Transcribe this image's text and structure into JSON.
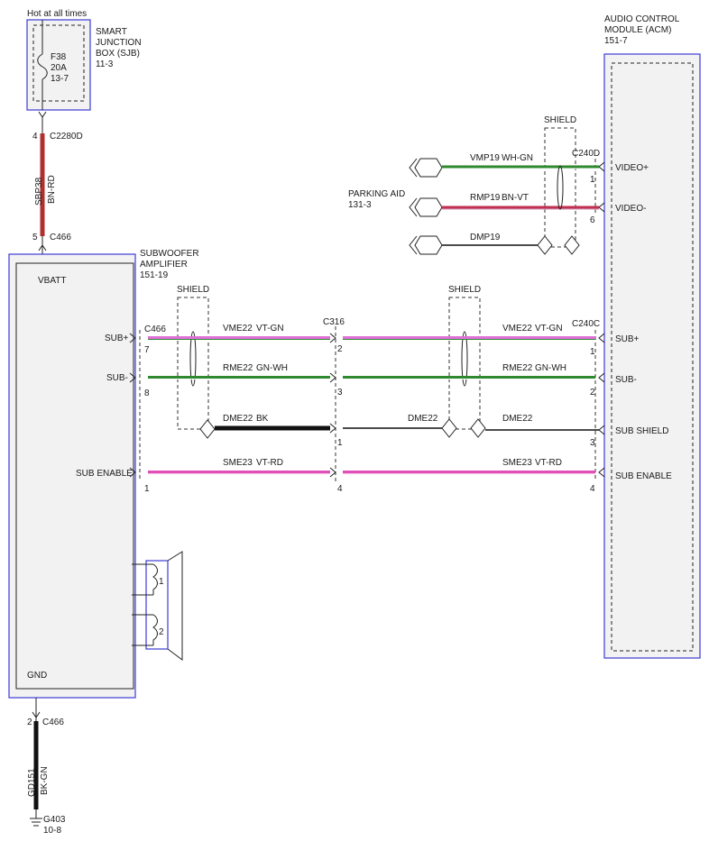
{
  "top": {
    "hot_label": "Hot at all times",
    "sjb_name_1": "SMART",
    "sjb_name_2": "JUNCTION",
    "sjb_name_3": "BOX (SJB)",
    "sjb_ref": "11-3",
    "fuse_id": "F38",
    "fuse_rating": "20A",
    "fuse_ref": "13-7",
    "pin_top": "4",
    "conn_top": "C2280D",
    "circuit": "SBP38",
    "color": "BN-RD",
    "pin_bottom": "5",
    "conn_bottom": "C466"
  },
  "sub_amp": {
    "name_1": "SUBWOOFER",
    "name_2": "AMPLIFIER",
    "ref": "151-19",
    "vbatt": "VBATT",
    "gnd": "GND",
    "sub_plus": "SUB+",
    "sub_minus": "SUB-",
    "sub_enable": "SUB ENABLE",
    "conn": "C466",
    "pin_plus": "7",
    "pin_minus": "8",
    "pin_enable": "1",
    "speaker_coil_1": "1",
    "speaker_coil_2": "2"
  },
  "acm": {
    "name_1": "AUDIO CONTROL",
    "name_2": "MODULE (ACM)",
    "ref": "151-7",
    "video_plus": "VIDEO+",
    "video_minus": "VIDEO-",
    "sub_plus": "SUB+",
    "sub_minus": "SUB-",
    "sub_shield": "SUB SHIELD",
    "sub_enable": "SUB ENABLE",
    "conn_video": "C240D",
    "conn_sub": "C240C",
    "pin_video_plus": "1",
    "pin_video_minus": "6",
    "pin_sub_plus": "1",
    "pin_sub_minus": "2",
    "pin_sub_shield": "3",
    "pin_sub_enable": "4"
  },
  "parking": {
    "name": "PARKING AID",
    "ref": "131-3",
    "shield": "SHIELD",
    "w1_circuit": "VMP19",
    "w1_color": "WH-GN",
    "w2_circuit": "RMP19",
    "w2_color": "BN-VT",
    "w3_circuit": "DMP19"
  },
  "mid": {
    "shield_left": "SHIELD",
    "shield_right": "SHIELD",
    "c316": "C316",
    "pin_1": "2",
    "pin_2": "3",
    "pin_3": "1",
    "pin_4": "4",
    "plus_circuit": "VME22",
    "plus_color": "VT-GN",
    "minus_circuit": "RME22",
    "minus_color": "GN-WH",
    "drain_circuit": "DME22",
    "drain_color": "BK",
    "enable_circuit": "SME23",
    "enable_color": "VT-RD"
  },
  "bottom": {
    "pin": "2",
    "conn": "C466",
    "circuit": "GD151",
    "color": "BK-GN",
    "ground": "G403",
    "ground_ref": "10-8"
  },
  "colors": {
    "box_border": "#3b3bd6",
    "box_fill": "#f2f2f2",
    "wire_bn_rd": "#b03030",
    "wire_vt_gn": "#e070d8",
    "wire_gn_wh": "#2f8a2f",
    "wire_bk": "#111111",
    "wire_vt_rd": "#e050b8",
    "wire_wh_gn": "#2f8a2f",
    "wire_bn_vt": "#c03050"
  }
}
